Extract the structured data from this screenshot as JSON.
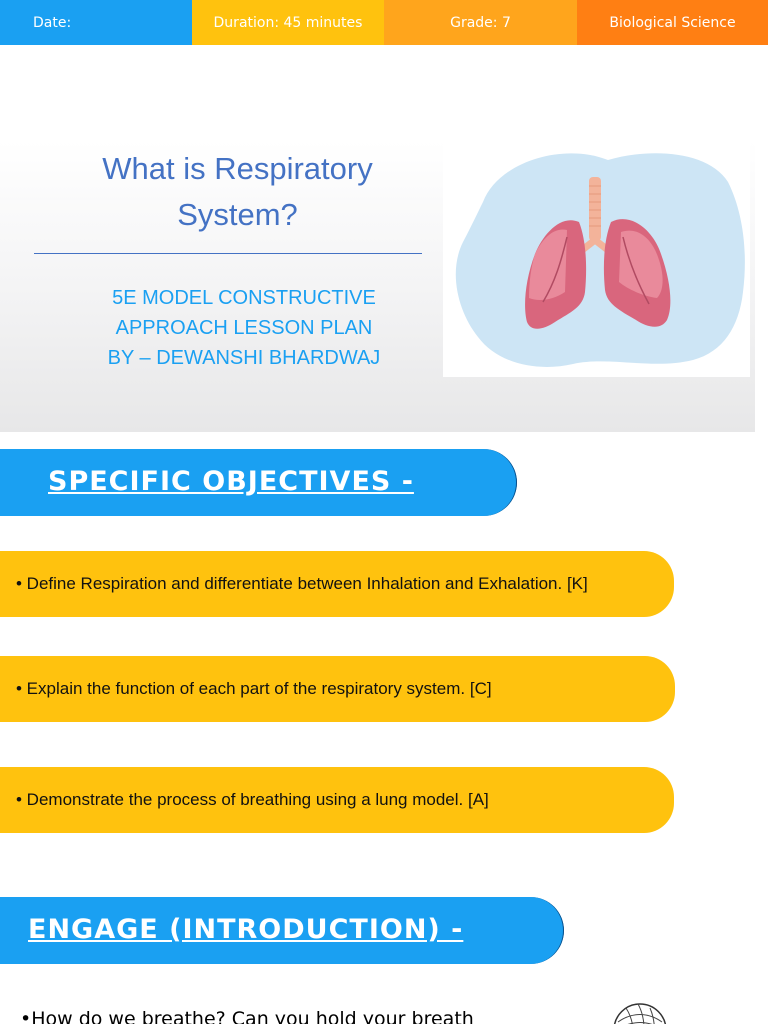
{
  "header": {
    "date": "Date:",
    "duration": "Duration: 45 minutes",
    "grade": "Grade: 7",
    "subject": "Biological Science",
    "colors": [
      "#1aa0f2",
      "#ffc20e",
      "#ffa51c",
      "#ff7f13"
    ]
  },
  "hero": {
    "title_line1": "What is Respiratory",
    "title_line2": "System?",
    "subtitle_line1": "5E MODEL CONSTRUCTIVE",
    "subtitle_line2": "APPROACH LESSON PLAN",
    "subtitle_line3": "BY – DEWANSHI BHARDWAJ",
    "image_icon": "lungs-icon"
  },
  "objectives": {
    "heading": "SPECIFIC OBJECTIVES -",
    "items": [
      "• Define Respiration and differentiate between Inhalation and Exhalation. [K]",
      "• Explain the function of each part of the respiratory system. [C]",
      "• Demonstrate the process of breathing using a lung model. [A]"
    ]
  },
  "engage": {
    "heading": "ENGAGE (INTRODUCTION) -",
    "question": "•How do we breathe? Can you hold your breath",
    "image_icon": "yarn-ball-icon"
  }
}
